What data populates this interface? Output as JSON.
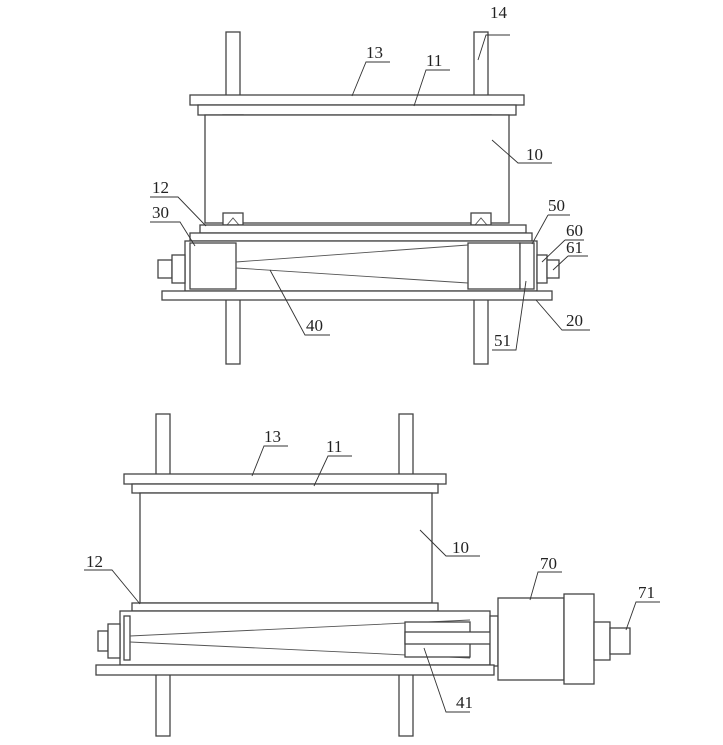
{
  "top_view": {
    "labels": {
      "l14": "14",
      "l13": "13",
      "l11": "11",
      "l10": "10",
      "l12": "12",
      "l30": "30",
      "l50": "50",
      "l60": "60",
      "l61": "61",
      "l40": "40",
      "l51": "51",
      "l20": "20"
    }
  },
  "bottom_view": {
    "labels": {
      "l13": "13",
      "l11": "11",
      "l10": "10",
      "l12": "12",
      "l70": "70",
      "l71": "71",
      "l41": "41"
    }
  }
}
